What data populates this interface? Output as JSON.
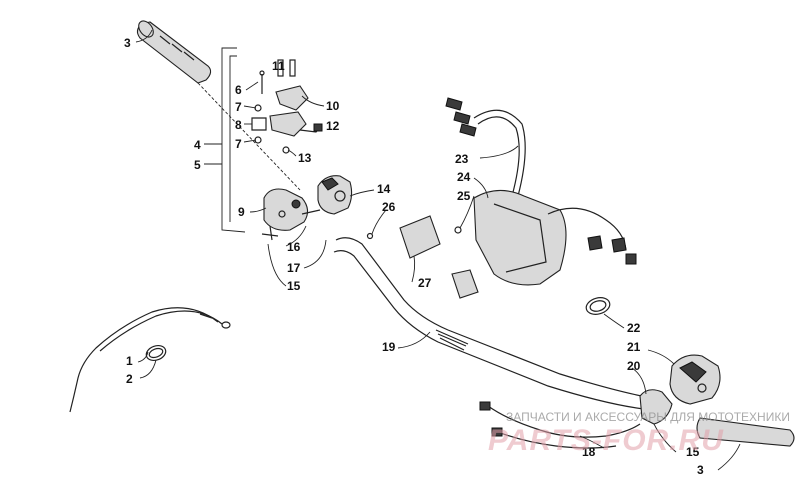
{
  "callouts": {
    "c1": "1",
    "c2": "2",
    "c3a": "3",
    "c3b": "3",
    "c4": "4",
    "c5": "5",
    "c6": "6",
    "c7a": "7",
    "c7b": "7",
    "c8": "8",
    "c9": "9",
    "c10": "10",
    "c11": "11",
    "c12": "12",
    "c13": "13",
    "c14": "14",
    "c15a": "15",
    "c15b": "15",
    "c16": "16",
    "c17": "17",
    "c18": "18",
    "c19": "19",
    "c20": "20",
    "c21": "21",
    "c22": "22",
    "c23": "23",
    "c24": "24",
    "c25": "25",
    "c26": "26",
    "c27": "27"
  },
  "watermark": {
    "caption": "ЗАПЧАСТИ И АКСЕССУАРЫ ДЛЯ МОТОТЕХНИКИ",
    "logo": "PARTS-FOR.RU"
  },
  "colors": {
    "line": "#222222",
    "watermark_logo": "#e2a1ab",
    "watermark_text": "#8e8e8e"
  }
}
